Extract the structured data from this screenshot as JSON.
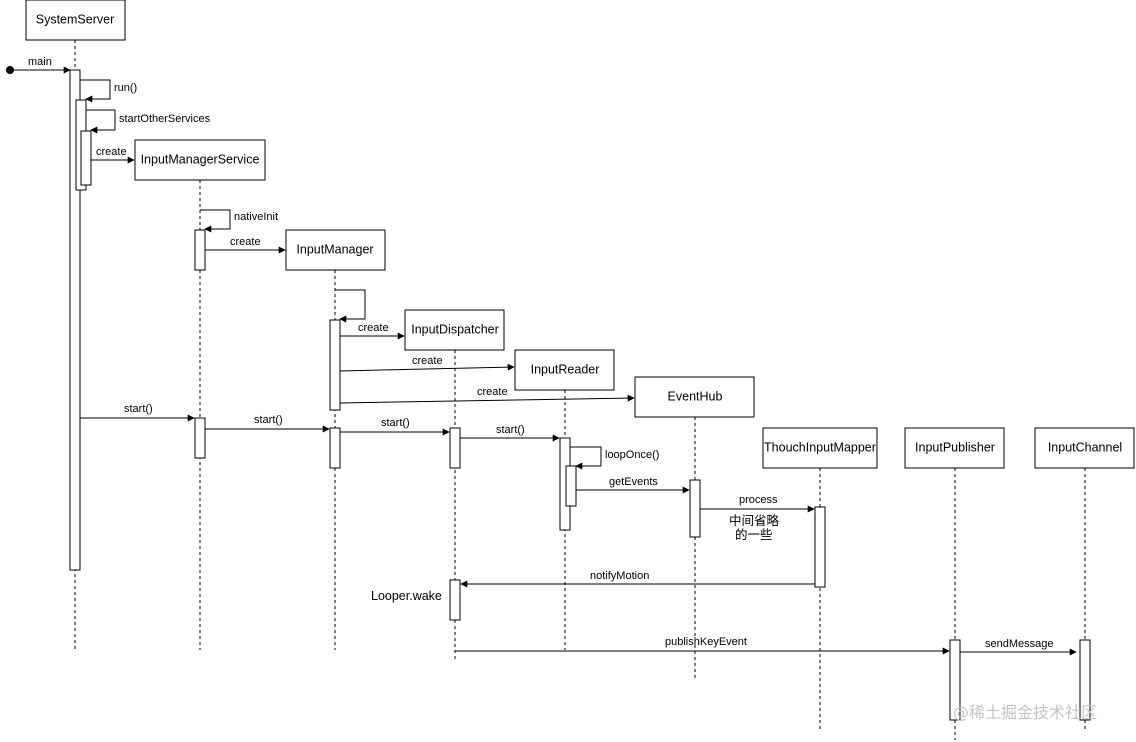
{
  "participants": {
    "system_server": "SystemServer",
    "input_manager_service": "InputManagerService",
    "input_manager": "InputManager",
    "input_dispatcher": "InputDispatcher",
    "input_reader": "InputReader",
    "event_hub": "EventHub",
    "touch_input_mapper": "ThouchInputMapper",
    "input_publisher": "InputPublisher",
    "input_channel": "InputChannel"
  },
  "messages": {
    "main": "main",
    "run": "run()",
    "start_other_services": "startOtherServices",
    "create_ims": "create",
    "native_init": "nativeInit",
    "create_input_manager": "create",
    "create_input_dispatcher": "create",
    "create_input_reader": "create",
    "create_event_hub": "create",
    "start_ims": "start()",
    "start_input_manager": "start()",
    "start_dispatcher": "start()",
    "start_reader": "start()",
    "loop_once": "loopOnce()",
    "get_events": "getEvents",
    "process": "process",
    "notify_motion": "notifyMotion",
    "publish_key_event": "publishKeyEvent",
    "send_message": "sendMessage"
  },
  "notes": {
    "omitted_line1": "中间省略",
    "omitted_line2": "的一些",
    "looper_wake": "Looper.wake"
  },
  "watermark": "@稀土掘金技术社区"
}
